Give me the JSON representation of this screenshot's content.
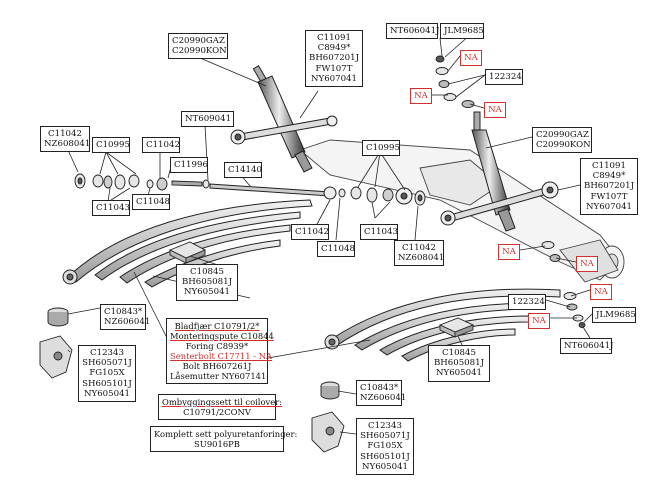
{
  "labels": {
    "shock_left": [
      "C20990GAZ",
      "C20990KON"
    ],
    "shock_left_parts": [
      "C11091",
      "C8949*",
      "BH607201J",
      "FW107T",
      "NY607041"
    ],
    "nt609041": [
      "NT609041"
    ],
    "c11042_nz_left": [
      "C11042",
      "NZ608041"
    ],
    "c10995_left": [
      "C10995"
    ],
    "c11042_top": [
      "C11042"
    ],
    "c11996": [
      "C11996"
    ],
    "c11043_left": [
      "C11043"
    ],
    "c11048_left": [
      "C11048"
    ],
    "c14140": [
      "C14140"
    ],
    "c10995_right": [
      "C10995"
    ],
    "c11042_mid": [
      "C11042"
    ],
    "c11043_mid": [
      "C11043"
    ],
    "c11048_mid": [
      "C11048"
    ],
    "c11042_nz_right": [
      "C11042",
      "NZ608041"
    ],
    "c10845_left": [
      "C10845",
      "BH605081J",
      "NY605041"
    ],
    "nt606041_top": [
      "NT606041J"
    ],
    "jlm9685_top": [
      "JLM9685"
    ],
    "na_top1": [
      "NA"
    ],
    "n122324_top": [
      "122324"
    ],
    "na_top2": [
      "NA"
    ],
    "na_top3": [
      "NA"
    ],
    "shock_right": [
      "C20990GAZ",
      "C20990KON"
    ],
    "shock_right_parts": [
      "C11091",
      "C8949*",
      "BH607201J",
      "FW107T",
      "NY607041"
    ],
    "na_right1": [
      "NA"
    ],
    "na_right2": [
      "NA"
    ],
    "n122324_right": [
      "122324"
    ],
    "na_right3": [
      "NA"
    ],
    "jlm9685_right": [
      "JLM9685"
    ],
    "nt606041_right": [
      "NT606041J"
    ],
    "c10843_left": [
      "C10843*",
      "NZ606041"
    ],
    "c12343_left": [
      "C12343",
      "SH605071J",
      "FG105X",
      "SH605101J",
      "NY605041"
    ],
    "c10845_right": [
      "C10845",
      "BH605081J",
      "NY605041"
    ],
    "c10843_right": [
      "C10843*",
      "NZ606041"
    ],
    "c12343_right": [
      "C12343",
      "SH605071J",
      "FG105X",
      "SH605101J",
      "NY605041"
    ]
  },
  "leaf_spring_note": {
    "line1": "Bladfjær C10791/2*",
    "line2": "Monteringspute C10844",
    "line3": "Foring C8939*",
    "line4": "Senterbolt C17711 - NA",
    "line5": "Bolt BH607261J",
    "line6": "Låsemutter NY607141"
  },
  "coilover_note": {
    "line1": "Ombyggingssett til coilover:",
    "line2": "C10791/2CONV"
  },
  "poly_note": {
    "line1": "Komplett sett polyuretanforinger:",
    "line2": "SU9016PB"
  },
  "colors": {
    "line": "#222222",
    "na": "#d32f2f",
    "part_fill": "#e6e6e6",
    "part_dark": "#333333"
  }
}
